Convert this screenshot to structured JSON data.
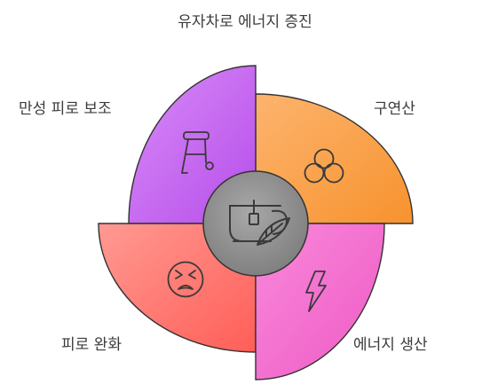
{
  "title": "유자차로 에너지 증진",
  "quadrants": [
    {
      "label": "구연산",
      "icon": "citrus-cluster-icon",
      "color": "#F99D3F"
    },
    {
      "label": "만성 피로 보조",
      "icon": "walker-icon",
      "color": "#C267EE"
    },
    {
      "label": "피로 완화",
      "icon": "tired-face-icon",
      "color": "#FF6E66"
    },
    {
      "label": "에너지 생산",
      "icon": "lightning-bolt-icon",
      "color": "#F468CF"
    }
  ],
  "center": {
    "icon": "tea-cup-leaf-icon",
    "color": "#8E8E8E"
  }
}
